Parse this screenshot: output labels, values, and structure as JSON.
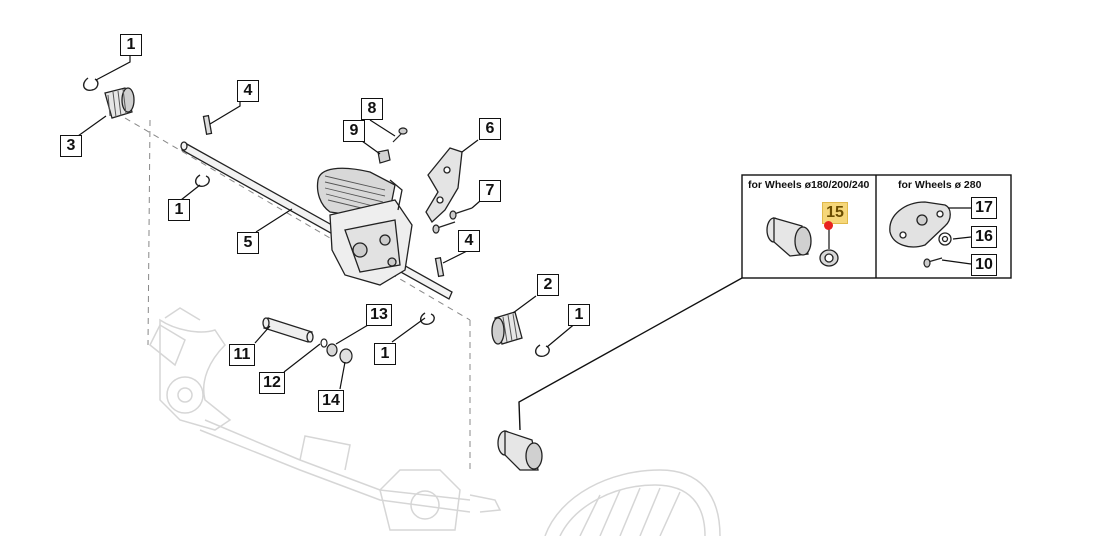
{
  "callouts": {
    "c1a": "1",
    "c3": "3",
    "c4a": "4",
    "c8": "8",
    "c9": "9",
    "c6": "6",
    "c1b": "1",
    "c7": "7",
    "c5": "5",
    "c4b": "4",
    "c2": "2",
    "c1c": "1",
    "c13": "13",
    "c11": "11",
    "c1d": "1",
    "c12": "12",
    "c14": "14",
    "c15": "15",
    "c17": "17",
    "c16": "16",
    "c10": "10"
  },
  "inset": {
    "left_title": "for Wheels ø180/200/240",
    "right_title": "for Wheels ø 280"
  },
  "colors": {
    "highlight": "#f6d77a",
    "hotspot": "#e8231f",
    "line": "#111111",
    "ghost": "#cfcfcf"
  }
}
